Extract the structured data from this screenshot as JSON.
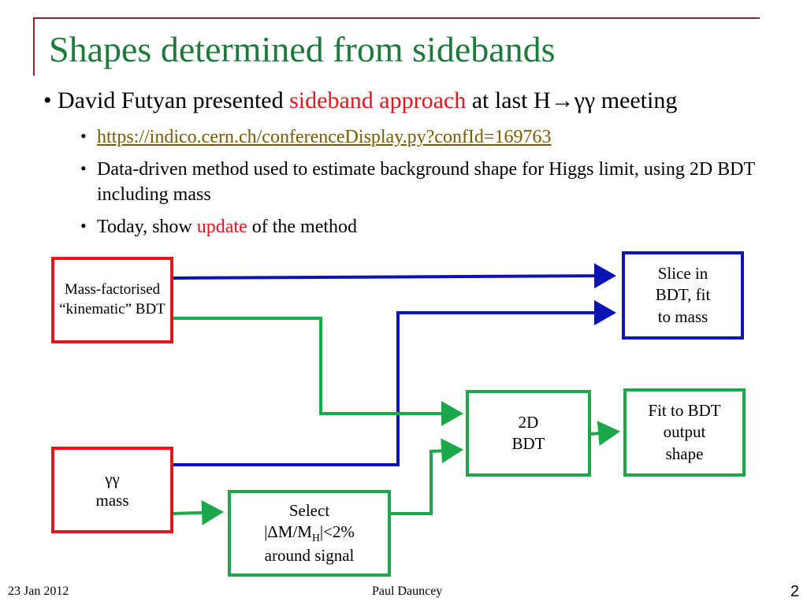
{
  "slide": {
    "title": "Shapes determined from sidebands",
    "bullet1": {
      "prefix": "David Futyan presented ",
      "highlight": "sideband approach",
      "suffix": " at last H→γγ meeting"
    },
    "subbullets": {
      "link": "https://indico.cern.ch/conferenceDisplay.py?confId=169763",
      "method": "Data-driven method used to estimate background shape for Higgs limit, using 2D BDT including mass",
      "today_prefix": "Today, show ",
      "today_highlight": "update",
      "today_suffix": " of the method"
    },
    "bullet_glyph": "•"
  },
  "diagram": {
    "mass_factorised_bdt": "Mass-factorised “kinematic” BDT",
    "gg_mass": "γγ mass",
    "gg_mass_symbol": "γγ",
    "gg_mass_word": "mass",
    "select_line1": "Select",
    "select_line2_a": "|ΔM/M",
    "select_line2_sub": "H",
    "select_line2_b": "|<2%",
    "select_line3": "around signal",
    "bdt_2d_line1": "2D",
    "bdt_2d_line2": "BDT",
    "slice_line1": "Slice in",
    "slice_line2": "BDT, fit",
    "slice_line3": "to mass",
    "fit_line1": "Fit to BDT",
    "fit_line2": "output",
    "fit_line3": "shape",
    "colors": {
      "red": "#e8141c",
      "blue": "#0a14b4",
      "green": "#1aa84a",
      "title_green": "#1e7a3c",
      "frame": "#9b1c2e"
    }
  },
  "footer": {
    "date": "23 Jan 2012",
    "author": "Paul Dauncey",
    "page": "2"
  }
}
